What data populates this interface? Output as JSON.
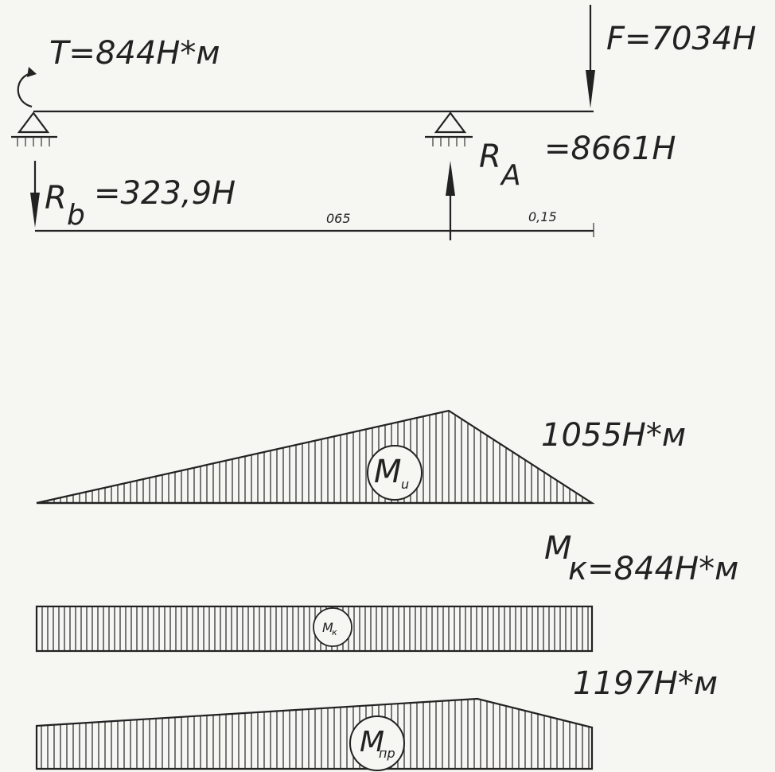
{
  "labels": {
    "torque": "T=844H*м",
    "force": "F=7034H",
    "reaction_a_symbol": "R",
    "reaction_a_sub": "A",
    "reaction_a_value": "=8661H",
    "reaction_b_symbol": "R",
    "reaction_b_sub": "b",
    "reaction_b_value": "=323,9H",
    "span_left": "065",
    "span_right": "0,15",
    "bending_max": "1055H*м",
    "bending_name": "M",
    "bending_sub": "u",
    "torsion_symbol": "M",
    "torsion_equation": "к=844H*м",
    "torsion_name": "M",
    "torsion_sub": "к",
    "reduced_max": "1197H*м",
    "reduced_name": "M",
    "reduced_sub": "пр"
  },
  "colors": {
    "ink": "#222222",
    "paper": "#f6f6f3"
  }
}
